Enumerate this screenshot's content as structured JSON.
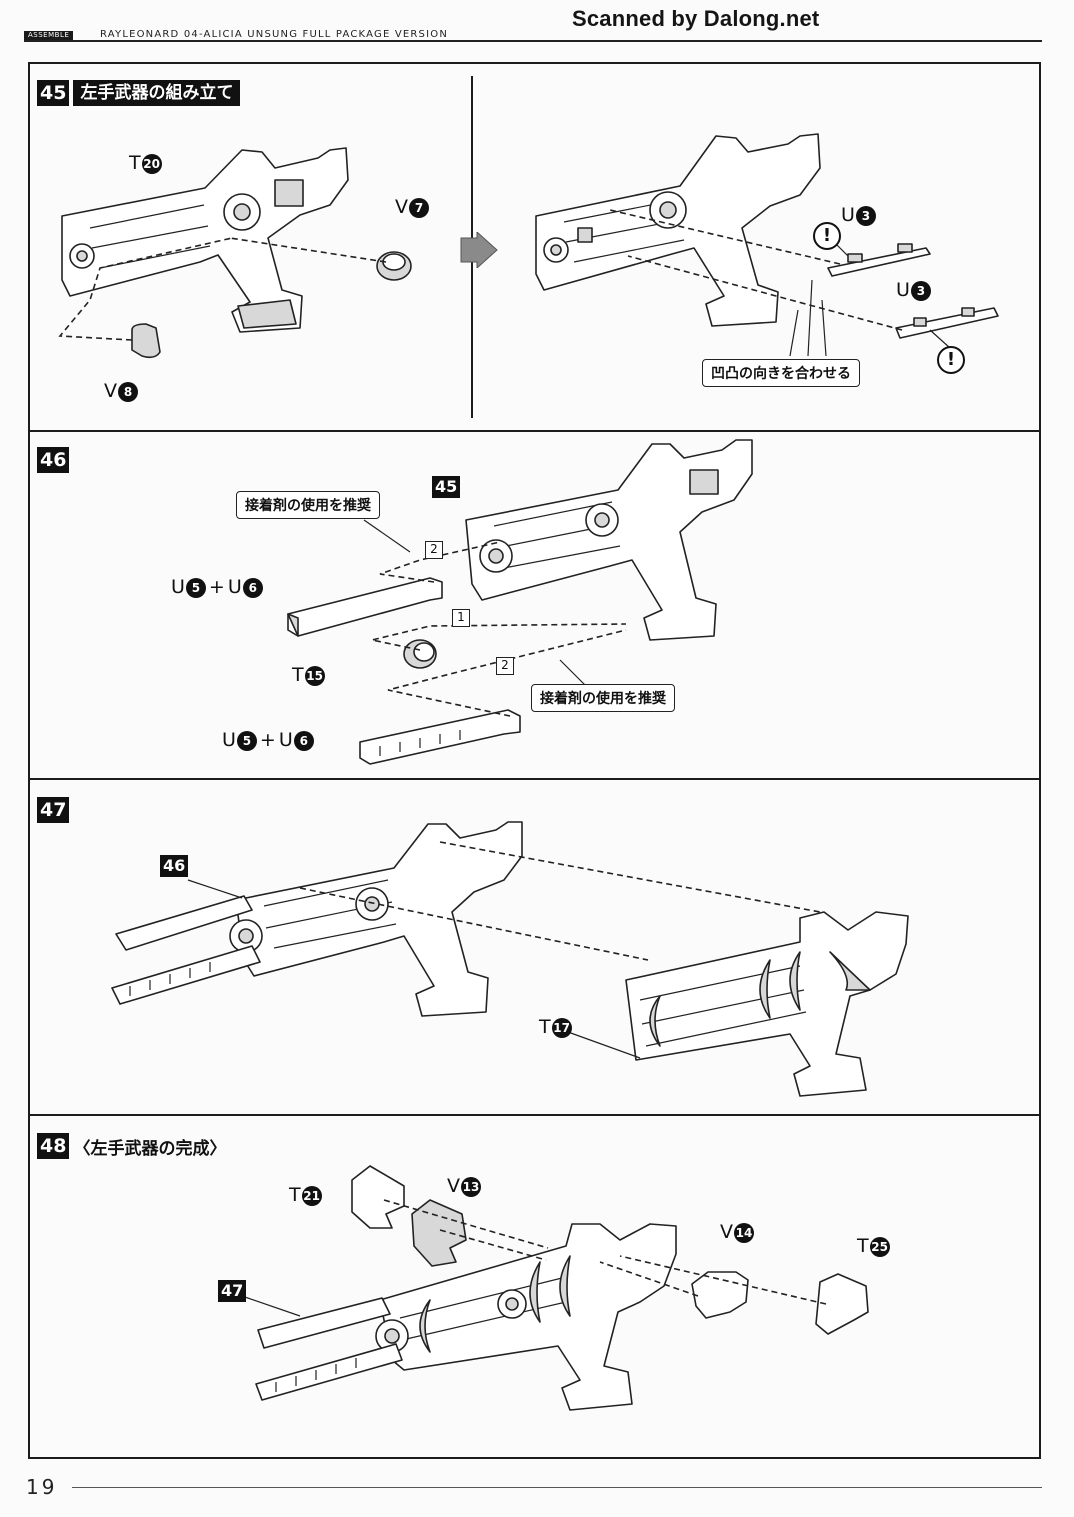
{
  "header": {
    "tag": "ASSEMBLE",
    "title": "RAYLEONARD 04-ALICIA UNSUNG FULL PACKAGE VERSION",
    "watermark": "Scanned by Dalong.net"
  },
  "steps": {
    "s45": {
      "num": "45",
      "title": "左手武器の組み立て",
      "parts": {
        "t20": {
          "runner": "T",
          "num": "20"
        },
        "v7": {
          "runner": "V",
          "num": "7"
        },
        "v8": {
          "runner": "V",
          "num": "8"
        },
        "u3a": {
          "runner": "U",
          "num": "3"
        },
        "u3b": {
          "runner": "U",
          "num": "3"
        }
      },
      "callout": "凹凸の向きを合わせる",
      "warning_mark": "!"
    },
    "s46": {
      "num": "46",
      "ref": "45",
      "callout_top": "接着剤の使用を推奨",
      "callout_bottom": "接着剤の使用を推奨",
      "order": [
        "2",
        "1",
        "2"
      ],
      "parts": {
        "u5a": {
          "runner": "U",
          "num": "5"
        },
        "u6a": {
          "runner": "U",
          "num": "6"
        },
        "t15": {
          "runner": "T",
          "num": "15"
        },
        "u5b": {
          "runner": "U",
          "num": "5"
        },
        "u6b": {
          "runner": "U",
          "num": "6"
        }
      },
      "plus": "+"
    },
    "s47": {
      "num": "47",
      "ref": "46",
      "parts": {
        "t17": {
          "runner": "T",
          "num": "17"
        }
      }
    },
    "s48": {
      "num": "48",
      "title": "〈左手武器の完成〉",
      "ref": "47",
      "parts": {
        "t21": {
          "runner": "T",
          "num": "21"
        },
        "v13": {
          "runner": "V",
          "num": "13"
        },
        "v14": {
          "runner": "V",
          "num": "14"
        },
        "t25": {
          "runner": "T",
          "num": "25"
        }
      }
    }
  },
  "footer": {
    "page_number": "19"
  }
}
